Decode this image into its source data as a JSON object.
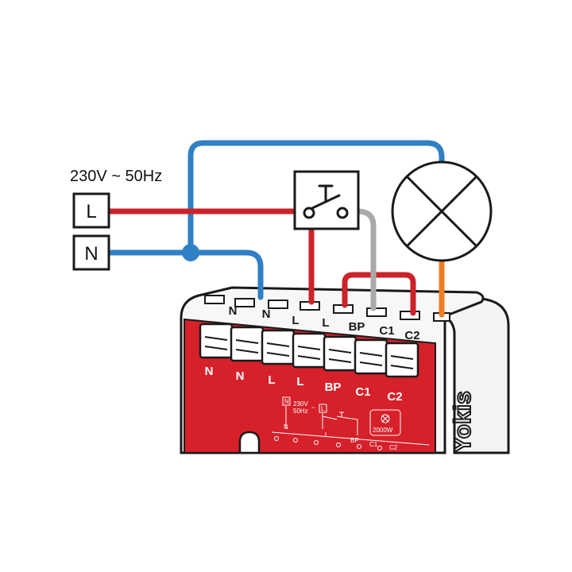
{
  "supply_label": "230V ~ 50Hz",
  "input_L": "L",
  "input_N": "N",
  "module": {
    "top_terminals": [
      "N",
      "N",
      "L",
      "L",
      "BP",
      "C1",
      "C2"
    ],
    "face_terminals": [
      "N",
      "N",
      "L",
      "L",
      "BP",
      "C1",
      "C2"
    ],
    "schematic": {
      "supply": "230V",
      "freq": "50Hz",
      "tilde": "~",
      "n": "N",
      "l": "L",
      "l_box": "L",
      "n_box": "N",
      "bp": "BP",
      "c1": "C1",
      "c2": "C2"
    },
    "power_rating": "2000W",
    "brand": "Yokis"
  },
  "colors": {
    "live": "#cc2229",
    "neutral": "#2f80c4",
    "return": "#a9a9a9",
    "lamp": "#ee7d24",
    "module_red": "#d6202a",
    "outline": "#1a1a1a"
  },
  "icons": {
    "switch": "push-button-switch-icon",
    "lamp": "lamp-symbol-icon"
  }
}
